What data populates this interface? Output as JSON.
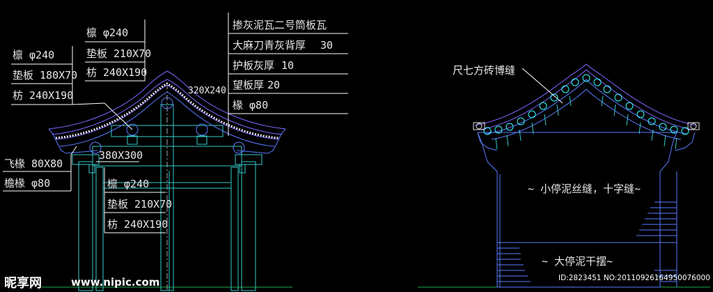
{
  "colors": {
    "background": "#000000",
    "outline": "#5a7cff",
    "roof": "#7f66ff",
    "tile": "#b0a8ff",
    "member": "#33cccc",
    "cyan_tile": "#33ffff",
    "leader": "#ffffff",
    "ground": "#22aa55"
  },
  "left_section": {
    "purlin_top": {
      "l1": "檩 φ240",
      "l2": "垫板 210X70",
      "l3": "枋 240X190"
    },
    "purlin_left": {
      "l1": "檩 φ240",
      "l2": "垫板 180X70",
      "l3": "枋 240X190"
    },
    "roof_layers": {
      "l1": "掺灰泥瓦二号筒板瓦",
      "l2": "大麻刀青灰背厚",
      "l2_value": "30",
      "l3": "护板灰厚",
      "l3_value": "10",
      "l4": "望板厚",
      "l4_value": "20",
      "l5": "椽 φ80"
    },
    "ridge_beam": "320X240",
    "beam": "380X300",
    "eave": {
      "l1": "飞椽 80X80",
      "l2": "檐椽 φ80"
    },
    "purlin_mid": {
      "l1": "檩 φ240",
      "l2": "垫板 210X70",
      "l3": "枋 240X190"
    }
  },
  "right_section": {
    "ridge_note": "尺七方砖博缝",
    "wall_upper_note": "~ 小停泥丝缝，十字缝~",
    "wall_lower_note": "~ 大停泥干摆~"
  },
  "watermark": {
    "logo": "昵享网",
    "url": "www.nipic.com",
    "id": "ID:2823451 NO:20110926164950076000"
  }
}
